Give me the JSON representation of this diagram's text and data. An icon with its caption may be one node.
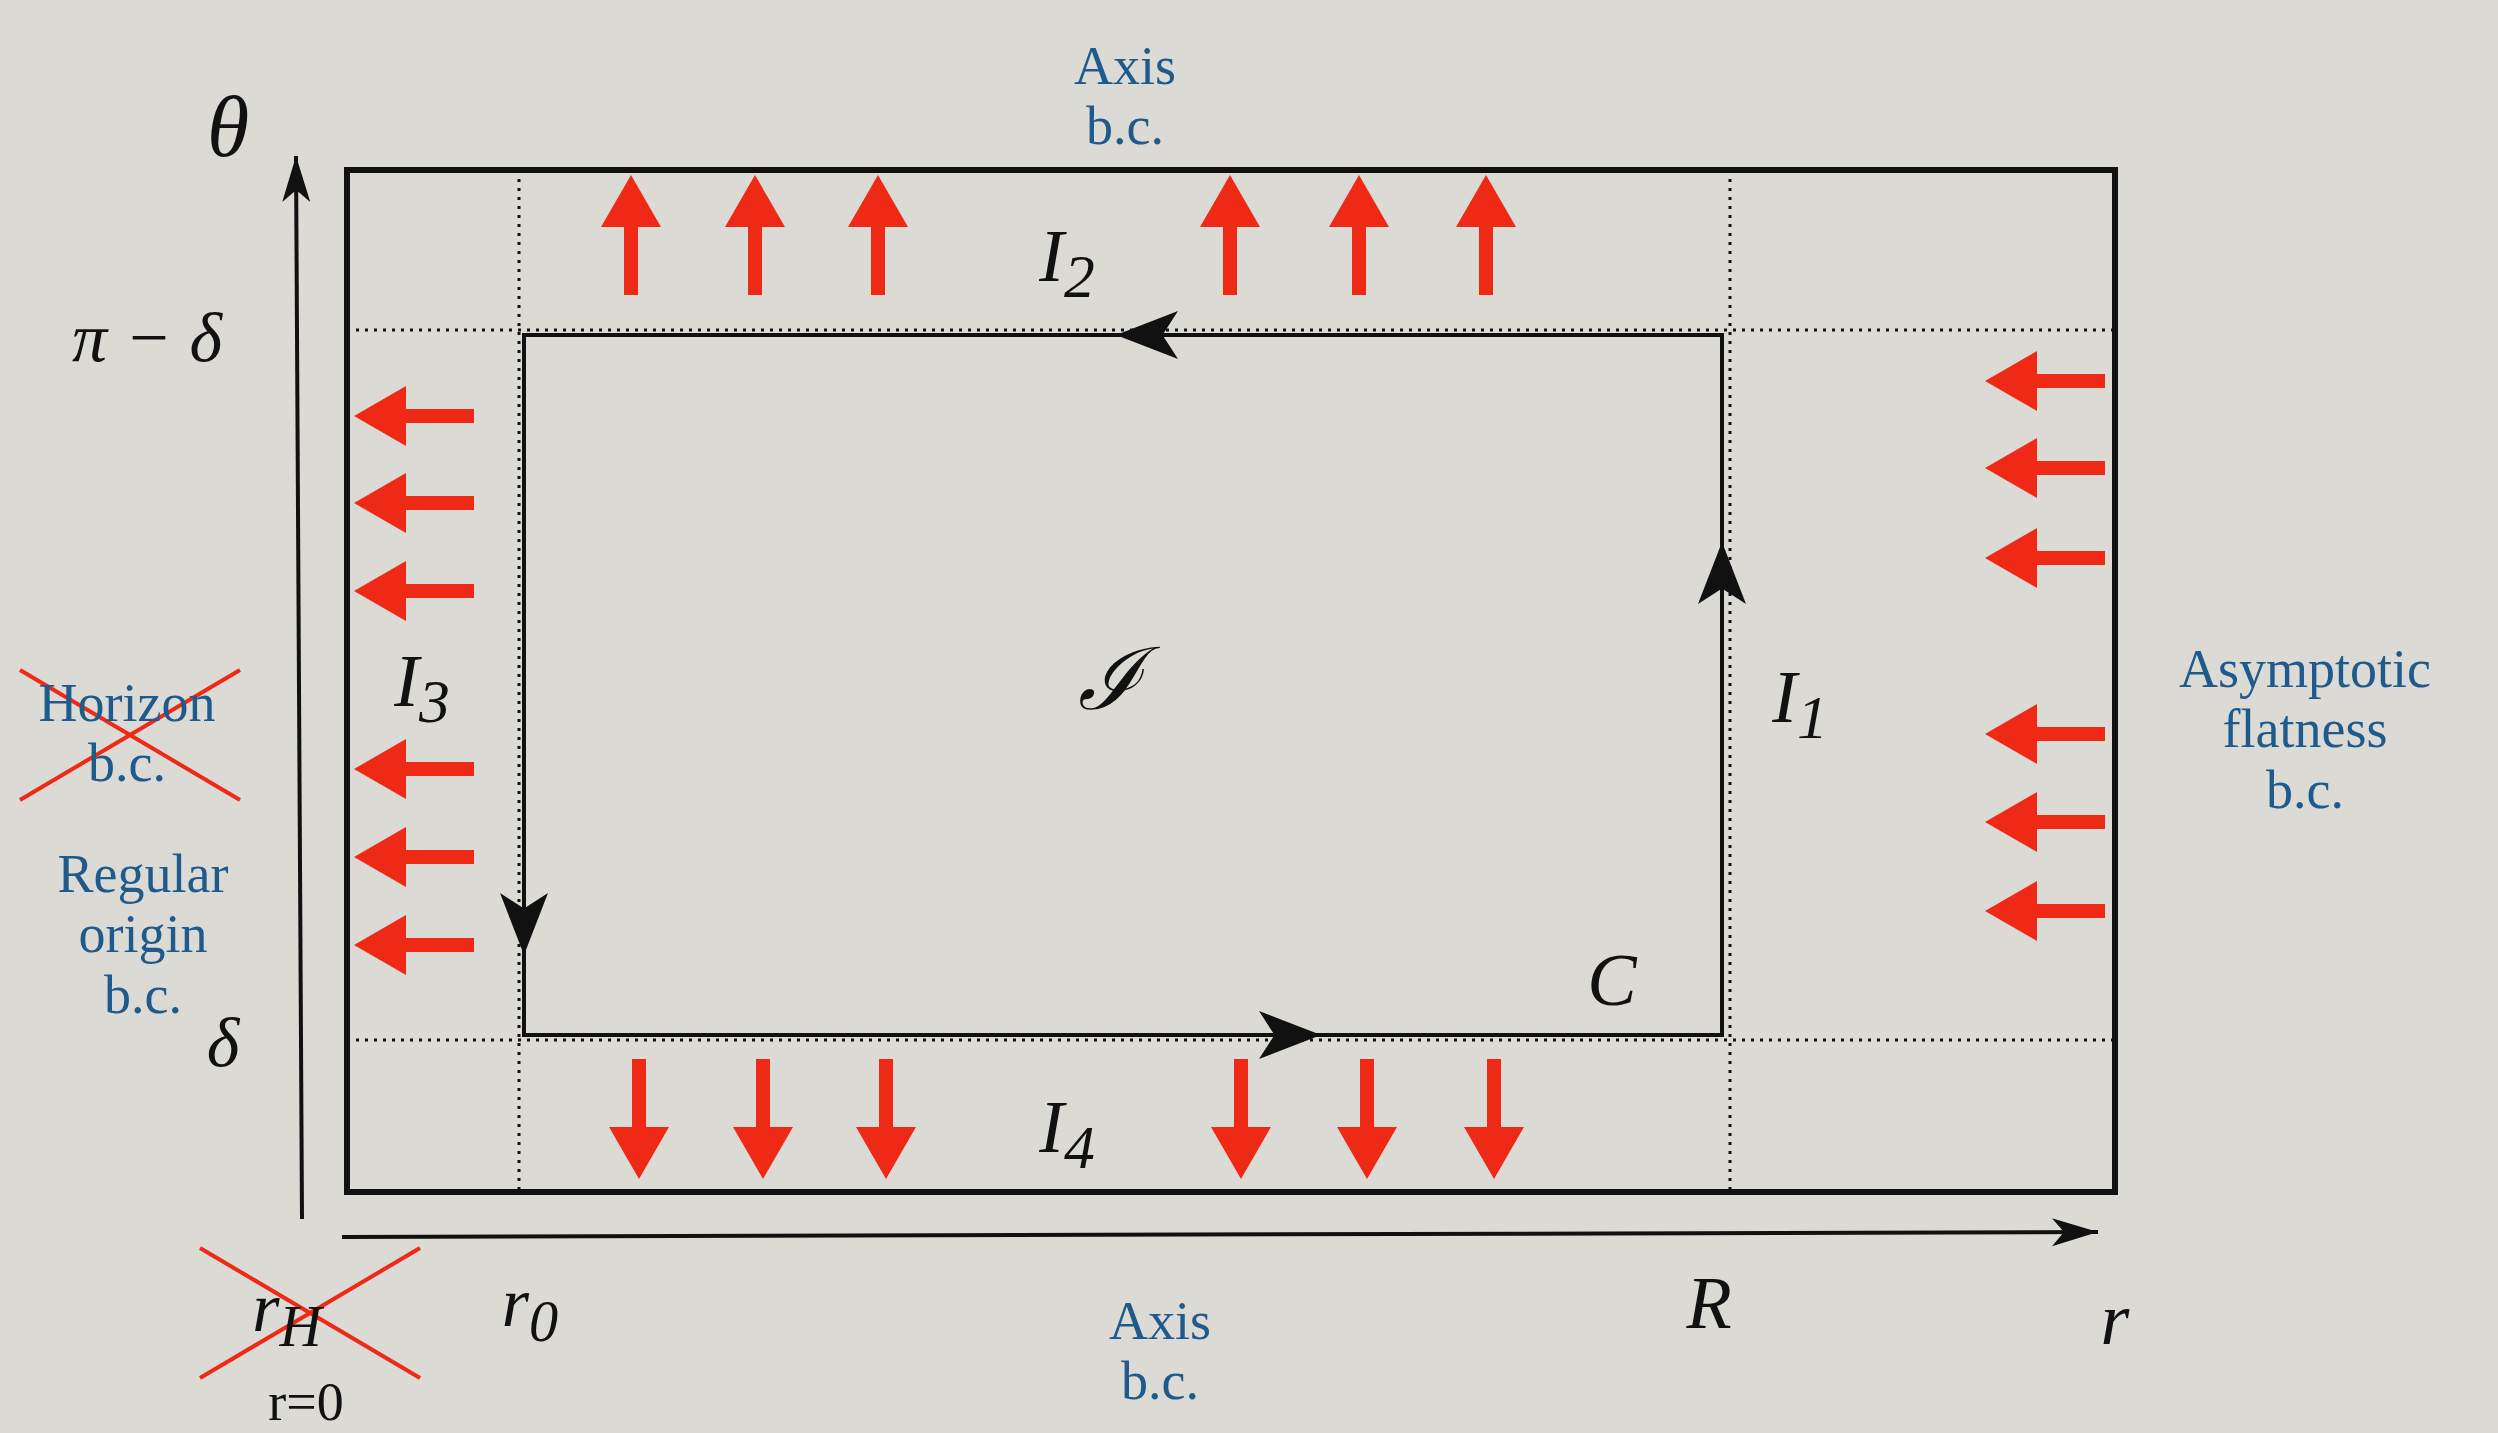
{
  "diagram": {
    "labels": [
      "Axis b.c.",
      "θ",
      "I$_{2}$",
      "π − δ",
      "I$_{3}$",
      "Horizon b.c.",
      "ℐ",
      "I$_{1}$",
      "Asymptotic flatness b.c.",
      "Regular origin b.c.",
      "C",
      "δ",
      "I$_{4}$",
      "r$_{H}$",
      "r$_{0}$",
      "Axis b.c.",
      "R",
      "r",
      "r=0"
    ]
  }
}
